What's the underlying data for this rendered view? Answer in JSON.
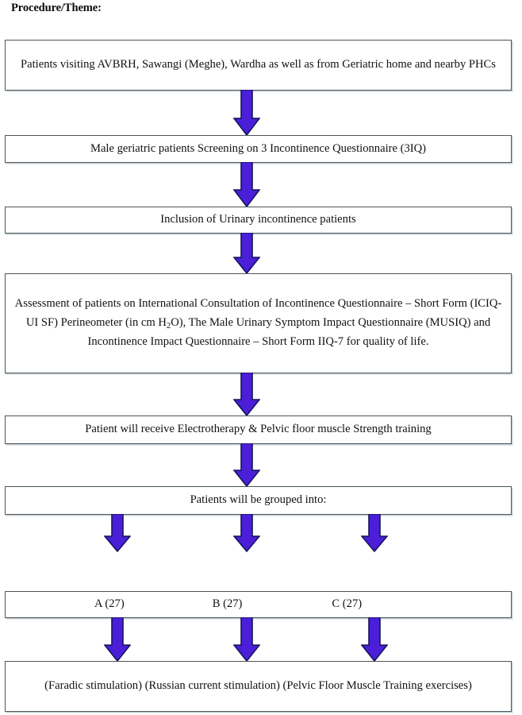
{
  "heading": "Procedure/Theme:",
  "colors": {
    "arrow_fill": "#4B1FD8",
    "arrow_outline": "#14145a",
    "box_border": "#4b565c",
    "box_shadow": "#c9cfd3",
    "text": "#111111",
    "background": "#ffffff"
  },
  "flow": {
    "steps": [
      {
        "id": "recruitment",
        "text": "Patients visiting AVBRH, Sawangi (Meghe), Wardha as well as from Geriatric home and nearby PHCs"
      },
      {
        "id": "screening",
        "text": "Male geriatric patients Screening on 3 Incontinence Questionnaire (3IQ)"
      },
      {
        "id": "inclusion",
        "text": "Inclusion of Urinary incontinence patients"
      },
      {
        "id": "assessment",
        "text_part_1": "Assessment of patients on International Consultation of Incontinence Questionnaire – Short Form (ICIQ-UI SF) Perineometer (in cm H",
        "subscript": "2",
        "text_part_2": "O), The Male Urinary Symptom Impact Questionnaire (MUSIQ) and Incontinence Impact Questionnaire – Short Form IIQ-7 for quality of life."
      },
      {
        "id": "intervention",
        "text": "Patient will receive Electrotherapy & Pelvic floor muscle Strength training"
      },
      {
        "id": "grouping",
        "text": "Patients will be grouped into:"
      }
    ],
    "groups": [
      {
        "id": "group-a",
        "label": "A (27)"
      },
      {
        "id": "group-b",
        "label": "B (27)"
      },
      {
        "id": "group-c",
        "label": "C (27)"
      }
    ],
    "interventions": {
      "text": "(Faradic stimulation)  (Russian current stimulation)  (Pelvic Floor Muscle Training exercises)"
    },
    "arrows": {
      "icon": "down-arrow-icon",
      "count": 11
    }
  }
}
